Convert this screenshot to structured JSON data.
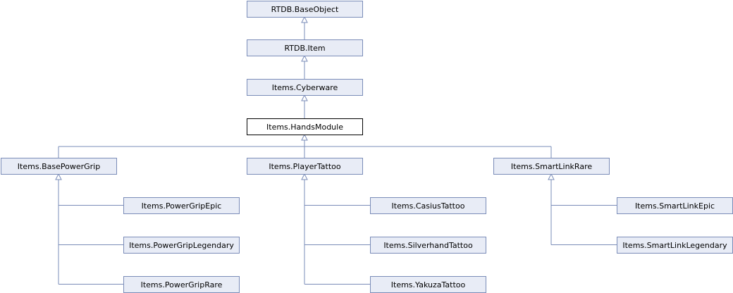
{
  "diagram": {
    "nodes": [
      {
        "id": "base_object",
        "label": "RTDB.BaseObject"
      },
      {
        "id": "item",
        "label": "RTDB.Item"
      },
      {
        "id": "cyberware",
        "label": "Items.Cyberware"
      },
      {
        "id": "hands_module",
        "label": "Items.HandsModule",
        "current": true
      },
      {
        "id": "base_power_grip",
        "label": "Items.BasePowerGrip"
      },
      {
        "id": "player_tattoo",
        "label": "Items.PlayerTattoo"
      },
      {
        "id": "smart_link_rare",
        "label": "Items.SmartLinkRare"
      },
      {
        "id": "power_grip_epic",
        "label": "Items.PowerGripEpic"
      },
      {
        "id": "power_grip_legendary",
        "label": "Items.PowerGripLegendary"
      },
      {
        "id": "power_grip_rare",
        "label": "Items.PowerGripRare"
      },
      {
        "id": "casius_tattoo",
        "label": "Items.CasiusTattoo"
      },
      {
        "id": "silverhand_tattoo",
        "label": "Items.SilverhandTattoo"
      },
      {
        "id": "yakuza_tattoo",
        "label": "Items.YakuzaTattoo"
      },
      {
        "id": "smart_link_epic",
        "label": "Items.SmartLinkEpic"
      },
      {
        "id": "smart_link_legendary",
        "label": "Items.SmartLinkLegendary"
      }
    ],
    "edges": [
      {
        "child": "item",
        "parent": "base_object"
      },
      {
        "child": "cyberware",
        "parent": "item"
      },
      {
        "child": "hands_module",
        "parent": "cyberware"
      },
      {
        "child": "base_power_grip",
        "parent": "hands_module"
      },
      {
        "child": "player_tattoo",
        "parent": "hands_module"
      },
      {
        "child": "smart_link_rare",
        "parent": "hands_module"
      },
      {
        "child": "power_grip_epic",
        "parent": "base_power_grip"
      },
      {
        "child": "power_grip_legendary",
        "parent": "base_power_grip"
      },
      {
        "child": "power_grip_rare",
        "parent": "base_power_grip"
      },
      {
        "child": "casius_tattoo",
        "parent": "player_tattoo"
      },
      {
        "child": "silverhand_tattoo",
        "parent": "player_tattoo"
      },
      {
        "child": "yakuza_tattoo",
        "parent": "player_tattoo"
      },
      {
        "child": "smart_link_epic",
        "parent": "smart_link_rare"
      },
      {
        "child": "smart_link_legendary",
        "parent": "smart_link_rare"
      }
    ]
  }
}
